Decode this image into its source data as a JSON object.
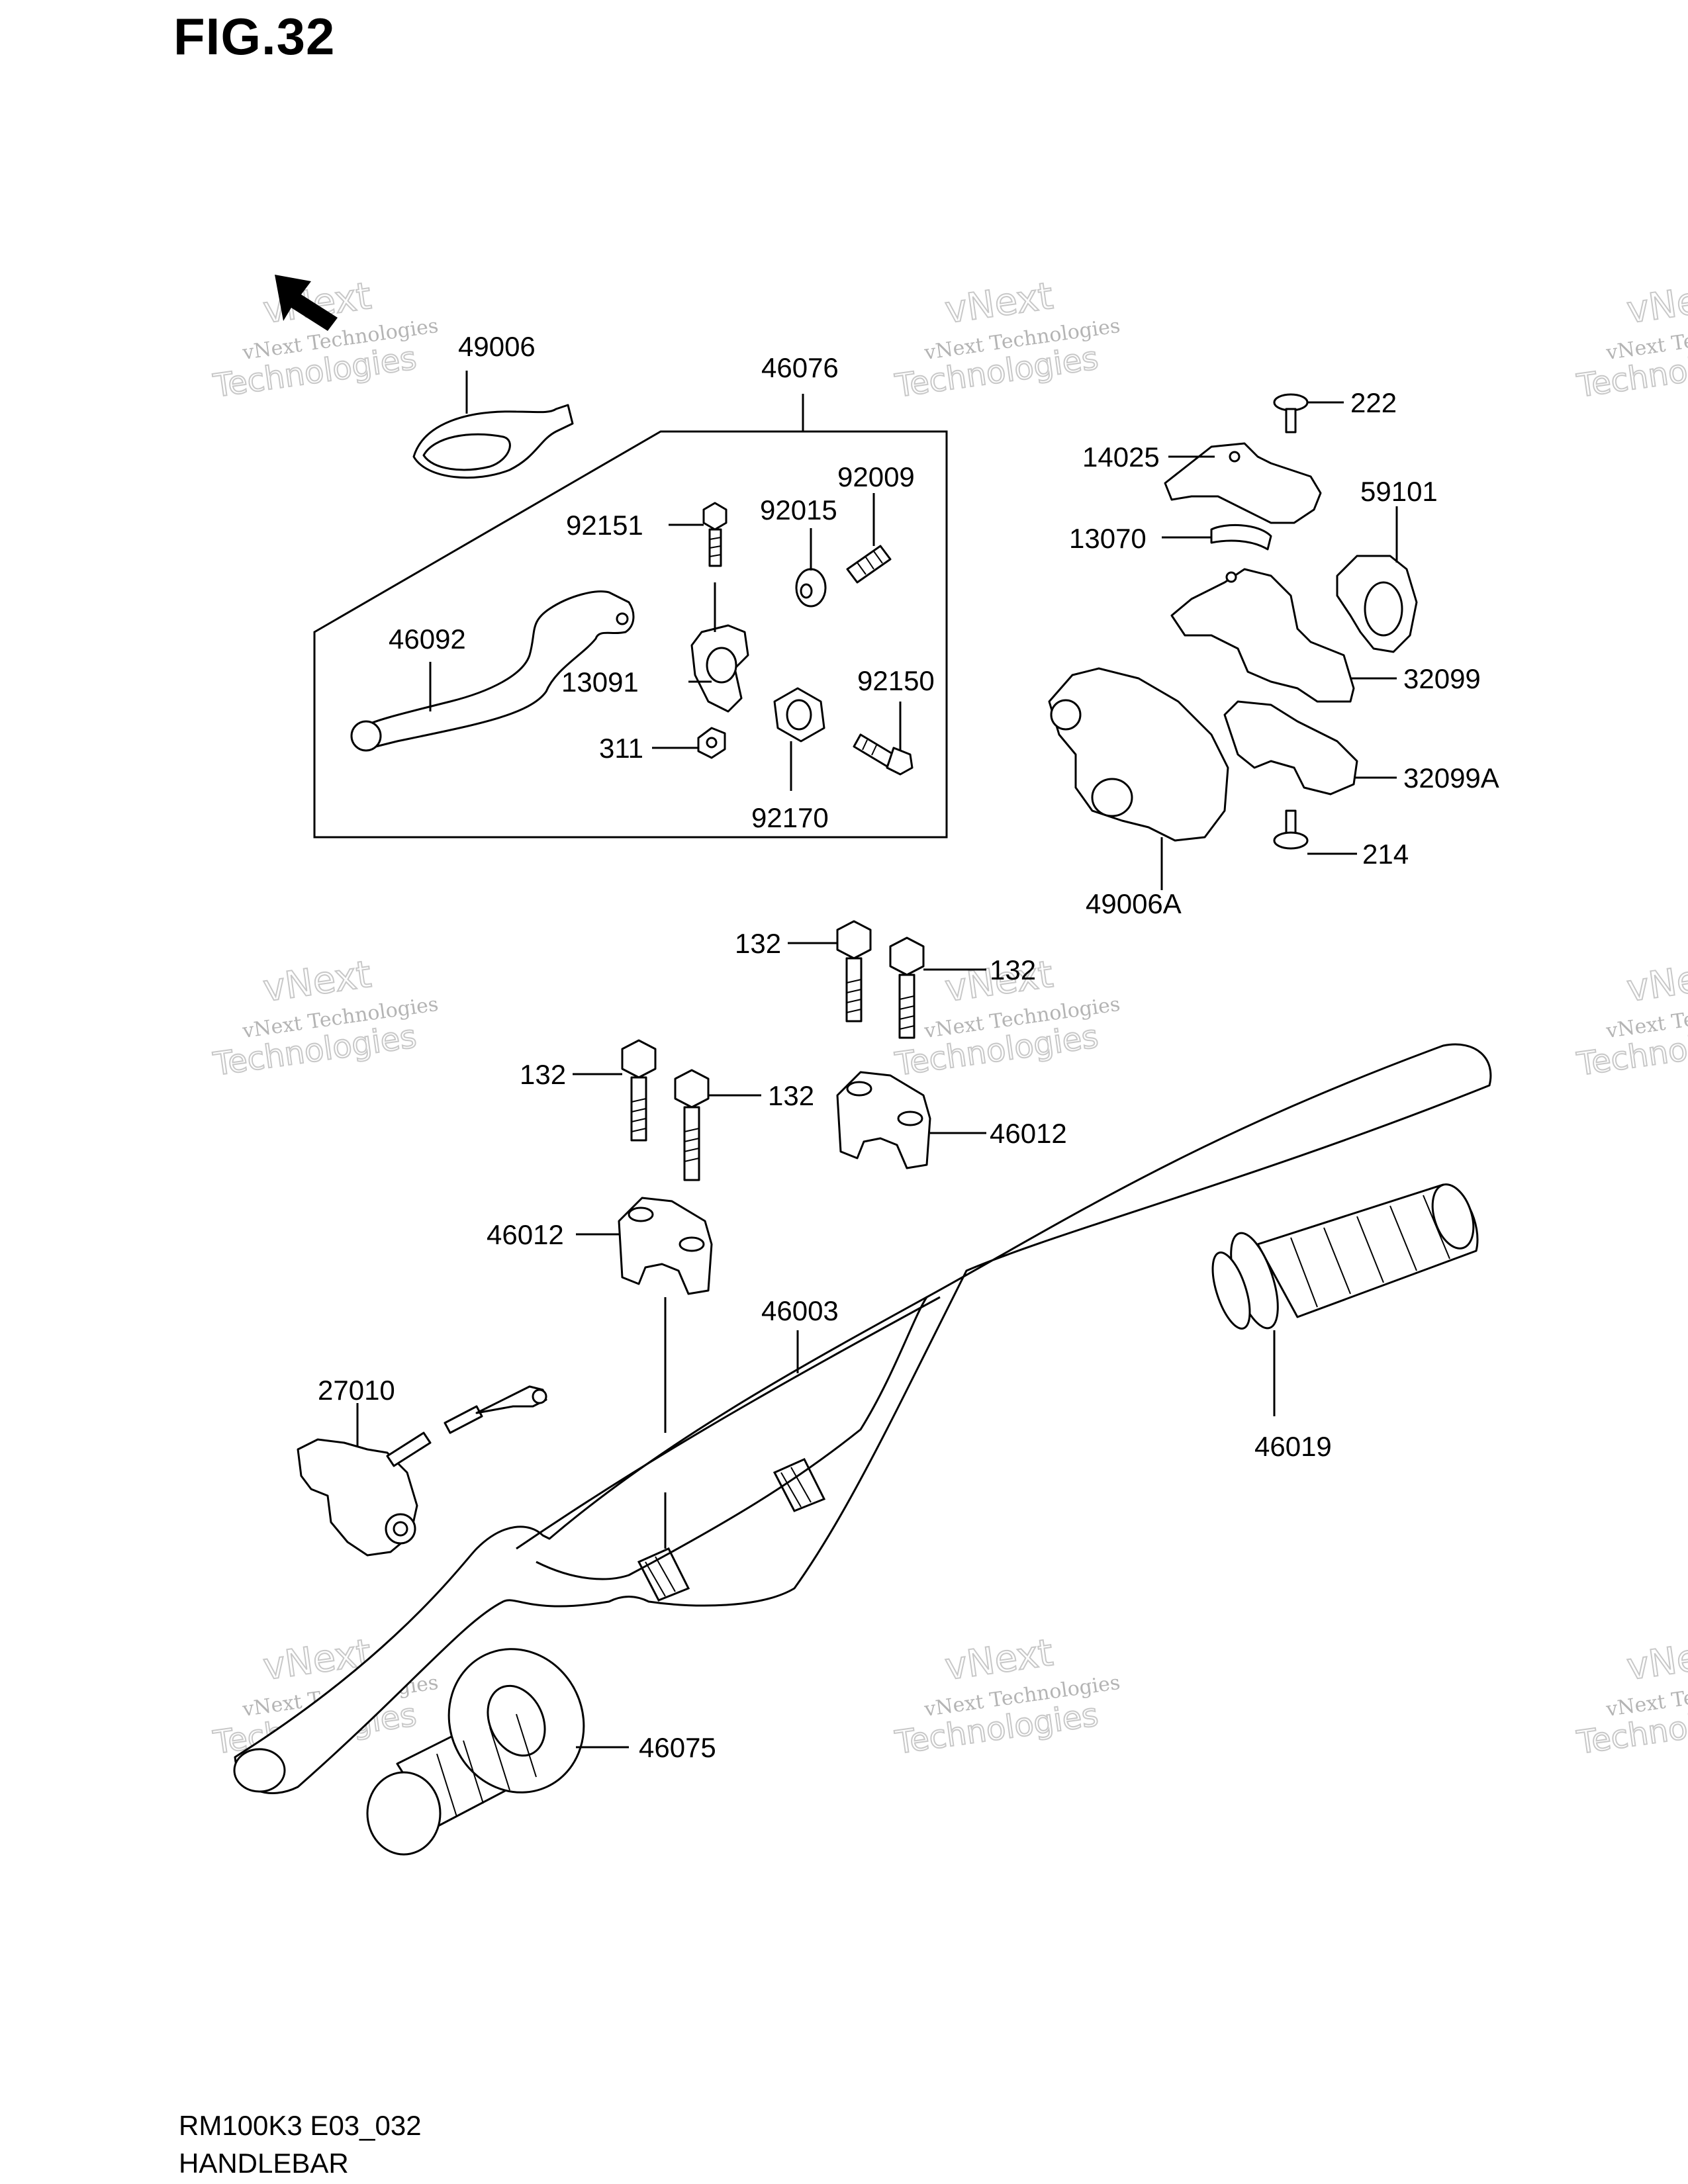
{
  "figure": {
    "title": "FIG.32"
  },
  "footer": {
    "model_code": "RM100K3 E03_032",
    "section": "HANDLEBAR"
  },
  "watermark": {
    "line1": "vNext Technologies",
    "line2": "vNext",
    "line3": "Technologies"
  },
  "labels": {
    "l49006": "49006",
    "l46076": "46076",
    "l222": "222",
    "l14025": "14025",
    "l59101": "59101",
    "l92009": "92009",
    "l92151": "92151",
    "l92015": "92015",
    "l13070": "13070",
    "l46092": "46092",
    "l13091": "13091",
    "l92150": "92150",
    "l32099": "32099",
    "l311": "311",
    "l32099a": "32099A",
    "l92170": "92170",
    "l214": "214",
    "l49006a": "49006A",
    "l132a": "132",
    "l132b": "132",
    "l132c": "132",
    "l132d": "132",
    "l46012a": "46012",
    "l46012b": "46012",
    "l46003": "46003",
    "l27010": "27010",
    "l46019": "46019",
    "l46075": "46075"
  },
  "colors": {
    "line": "#000000",
    "watermark": "#c8c8c8",
    "background": "#ffffff"
  }
}
